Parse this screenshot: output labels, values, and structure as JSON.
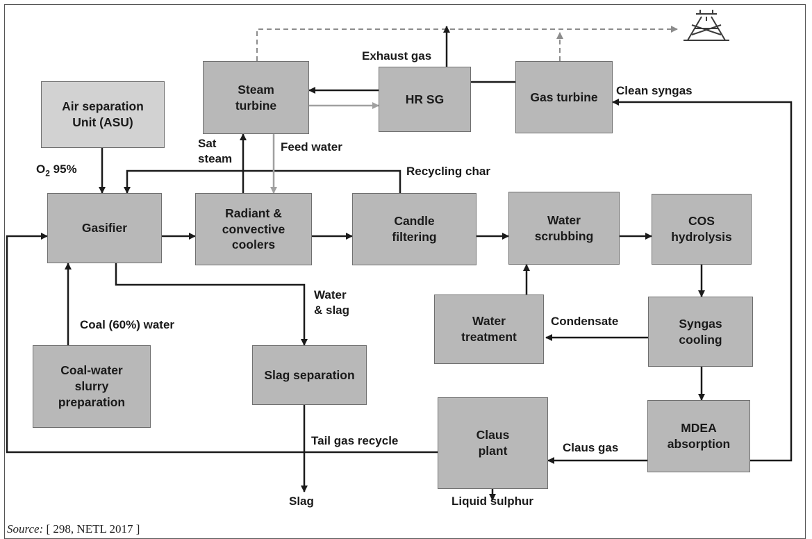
{
  "boxes": {
    "asu": "Air separation\nUnit (ASU)",
    "steam_turbine": "Steam\nturbine",
    "hrsg": "HR SG",
    "gas_turbine": "Gas turbine",
    "gasifier": "Gasifier",
    "coolers": "Radiant &\nconvective\ncoolers",
    "candle": "Candle\nfiltering",
    "scrubbing": "Water\nscrubbing",
    "cos": "COS\nhydrolysis",
    "water_treatment": "Water\ntreatment",
    "syngas_cooling": "Syngas\ncooling",
    "coal_slurry": "Coal-water\nslurry\npreparation",
    "slag_sep": "Slag separation",
    "claus": "Claus\nplant",
    "mdea": "MDEA\nabsorption"
  },
  "labels": {
    "exhaust": "Exhaust gas",
    "clean_syngas": "Clean syngas",
    "o2_symbol": "O",
    "o2_sub": "2",
    "o2_pct": " 95%",
    "sat_steam": "Sat\nsteam",
    "feed_water": "Feed water",
    "recycling_char": "Recycling char",
    "water_slag": "Water\n& slag",
    "coal_water": "Coal (60%) water",
    "condensate": "Condensate",
    "claus_gas": "Claus gas",
    "tail_gas": "Tail gas recycle",
    "slag": "Slag",
    "sulphur": "Liquid sulphur"
  },
  "source": {
    "prefix": "Source:",
    "text": " [ 298, NETL 2017 ]"
  },
  "colors": {
    "line": "#1a1a1a",
    "gray_line": "#a0a0a0",
    "dashed_line": "#8c8c8c",
    "box_fill": "#b8b8b8"
  },
  "icons": {
    "stack": "transmission-tower-icon"
  }
}
